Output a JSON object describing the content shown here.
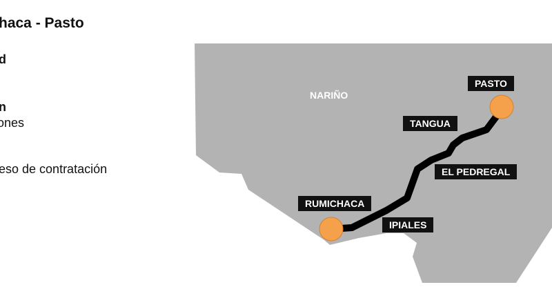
{
  "slide": {
    "title": "haca - Pasto",
    "lines": [
      "d",
      "n",
      "ones",
      "eso de contratación"
    ]
  },
  "map": {
    "region_label": "NARIÑO",
    "places": [
      "PASTO",
      "TANGUA",
      "EL PEDREGAL",
      "RUMICHACA",
      "IPIALES"
    ],
    "colors": {
      "land": "#b3b3b3",
      "route": "#000000",
      "marker": "#f5a04a",
      "label_bg": "#111111"
    }
  }
}
